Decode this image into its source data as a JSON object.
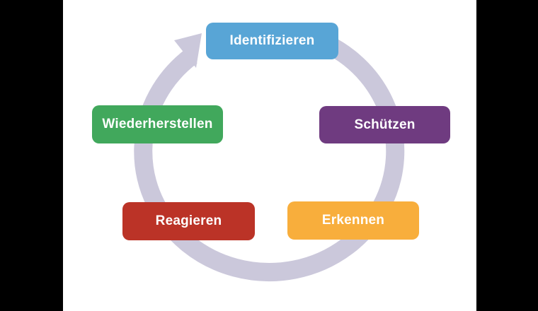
{
  "canvas": {
    "letterbox_color": "#000000",
    "panel_background": "#ffffff",
    "text_color": "#ffffff"
  },
  "diagram": {
    "type": "cycle",
    "direction": "counter-clockwise",
    "arrow_color": "#cbc8db",
    "nodes": [
      {
        "id": "identifizieren",
        "label": "Identifizieren",
        "color": "#58a5d6",
        "position": "top"
      },
      {
        "id": "schuetzen",
        "label": "Schützen",
        "color": "#6f3b80",
        "position": "right"
      },
      {
        "id": "erkennen",
        "label": "Erkennen",
        "color": "#f8ae3c",
        "position": "bottom-right"
      },
      {
        "id": "reagieren",
        "label": "Reagieren",
        "color": "#bb3327",
        "position": "bottom-left"
      },
      {
        "id": "wiederherstellen",
        "label": "Wiederherstellen",
        "color": "#41a85c",
        "position": "left"
      }
    ]
  }
}
